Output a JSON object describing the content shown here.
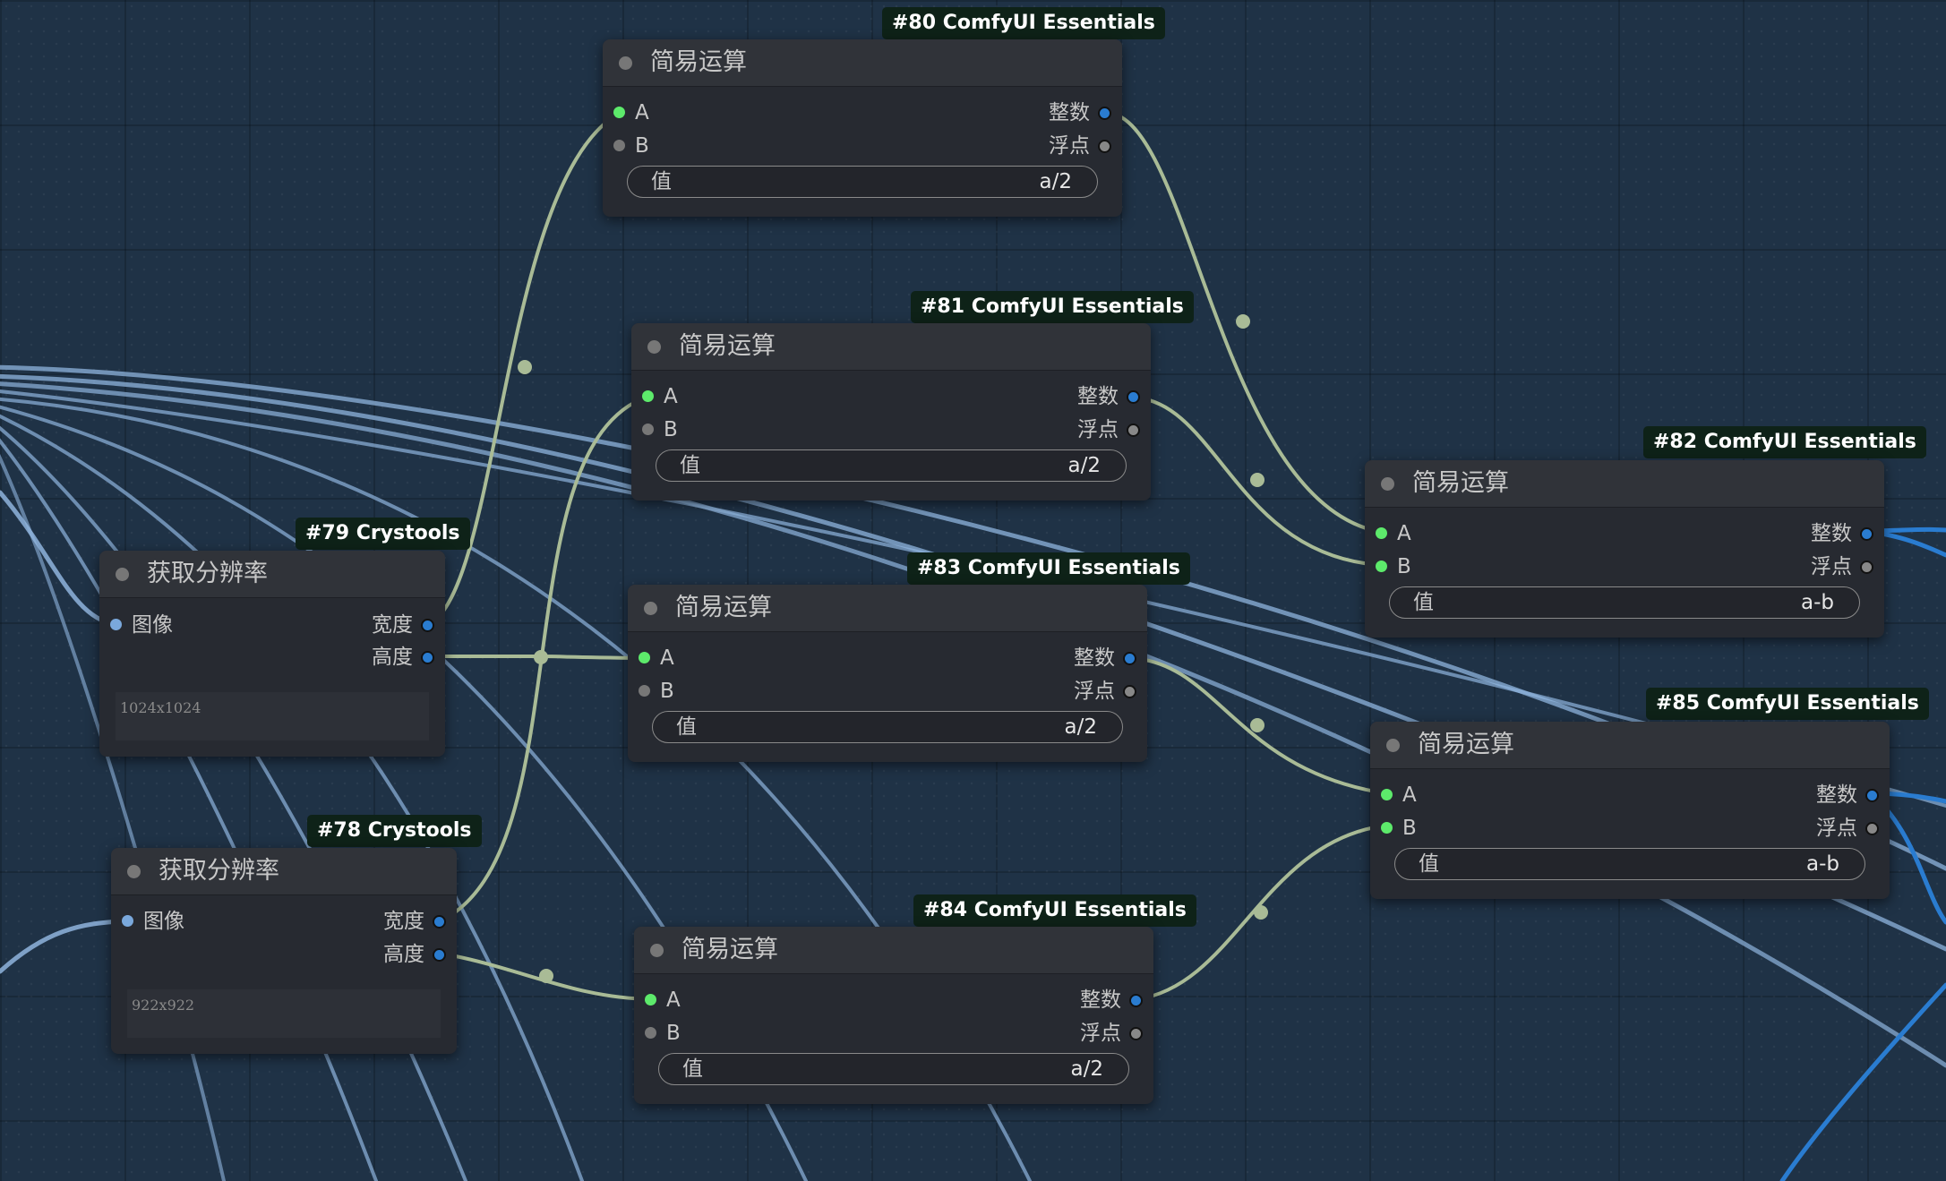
{
  "canvas": {
    "background": "#1f3246",
    "wire_blue": "#8fb4dd",
    "wire_green": "#a9bb96"
  },
  "nodes": {
    "n80": {
      "badge": "#80 ComfyUI Essentials",
      "title": "简易运算",
      "in_a": "A",
      "in_b": "B",
      "out_int": "整数",
      "out_float": "浮点",
      "widget_name": "值",
      "widget_value": "a/2"
    },
    "n81": {
      "badge": "#81 ComfyUI Essentials",
      "title": "简易运算",
      "in_a": "A",
      "in_b": "B",
      "out_int": "整数",
      "out_float": "浮点",
      "widget_name": "值",
      "widget_value": "a/2"
    },
    "n83": {
      "badge": "#83 ComfyUI Essentials",
      "title": "简易运算",
      "in_a": "A",
      "in_b": "B",
      "out_int": "整数",
      "out_float": "浮点",
      "widget_name": "值",
      "widget_value": "a/2"
    },
    "n84": {
      "badge": "#84 ComfyUI Essentials",
      "title": "简易运算",
      "in_a": "A",
      "in_b": "B",
      "out_int": "整数",
      "out_float": "浮点",
      "widget_name": "值",
      "widget_value": "a/2"
    },
    "n82": {
      "badge": "#82 ComfyUI Essentials",
      "title": "简易运算",
      "in_a": "A",
      "in_b": "B",
      "out_int": "整数",
      "out_float": "浮点",
      "widget_name": "值",
      "widget_value": "a-b"
    },
    "n85": {
      "badge": "#85 ComfyUI Essentials",
      "title": "简易运算",
      "in_a": "A",
      "in_b": "B",
      "out_int": "整数",
      "out_float": "浮点",
      "widget_name": "值",
      "widget_value": "a-b"
    },
    "n79": {
      "badge": "#79 Crystools",
      "title": "获取分辨率",
      "in_image": "图像",
      "out_width": "宽度",
      "out_height": "高度",
      "info": "1024x1024"
    },
    "n78": {
      "badge": "#78 Crystools",
      "title": "获取分辨率",
      "in_image": "图像",
      "out_width": "宽度",
      "out_height": "高度",
      "info": "922x922"
    }
  }
}
